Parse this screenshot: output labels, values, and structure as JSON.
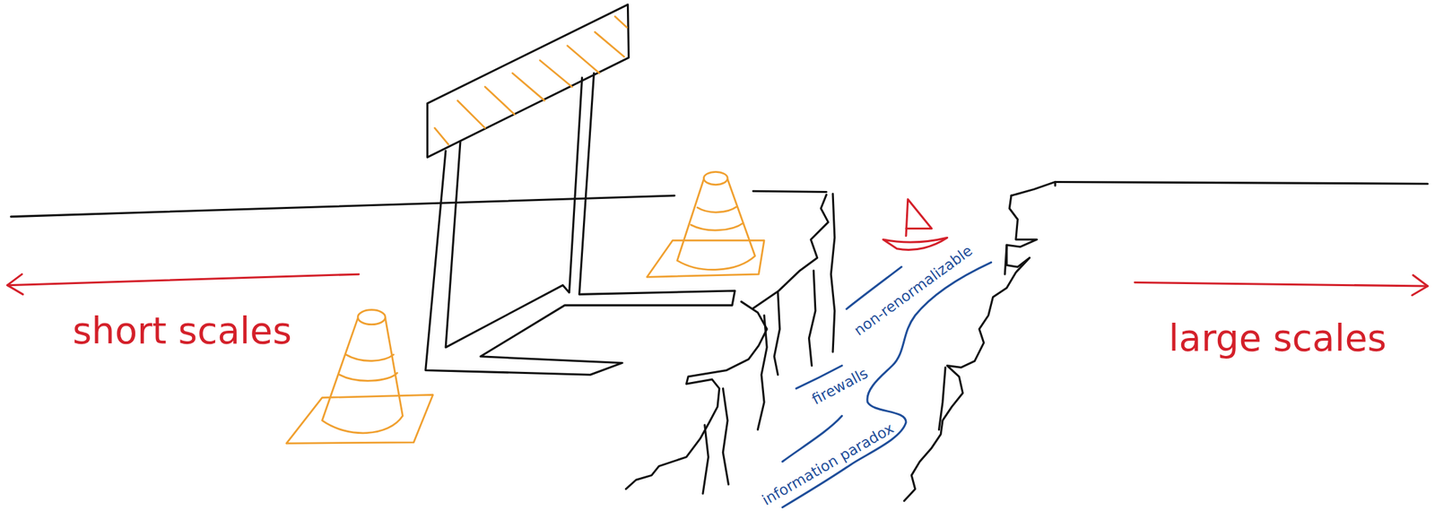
{
  "diagram": {
    "labels": [
      "short scales",
      "large scales",
      "non-renormalizable",
      "firewalls",
      "information paradox"
    ]
  }
}
